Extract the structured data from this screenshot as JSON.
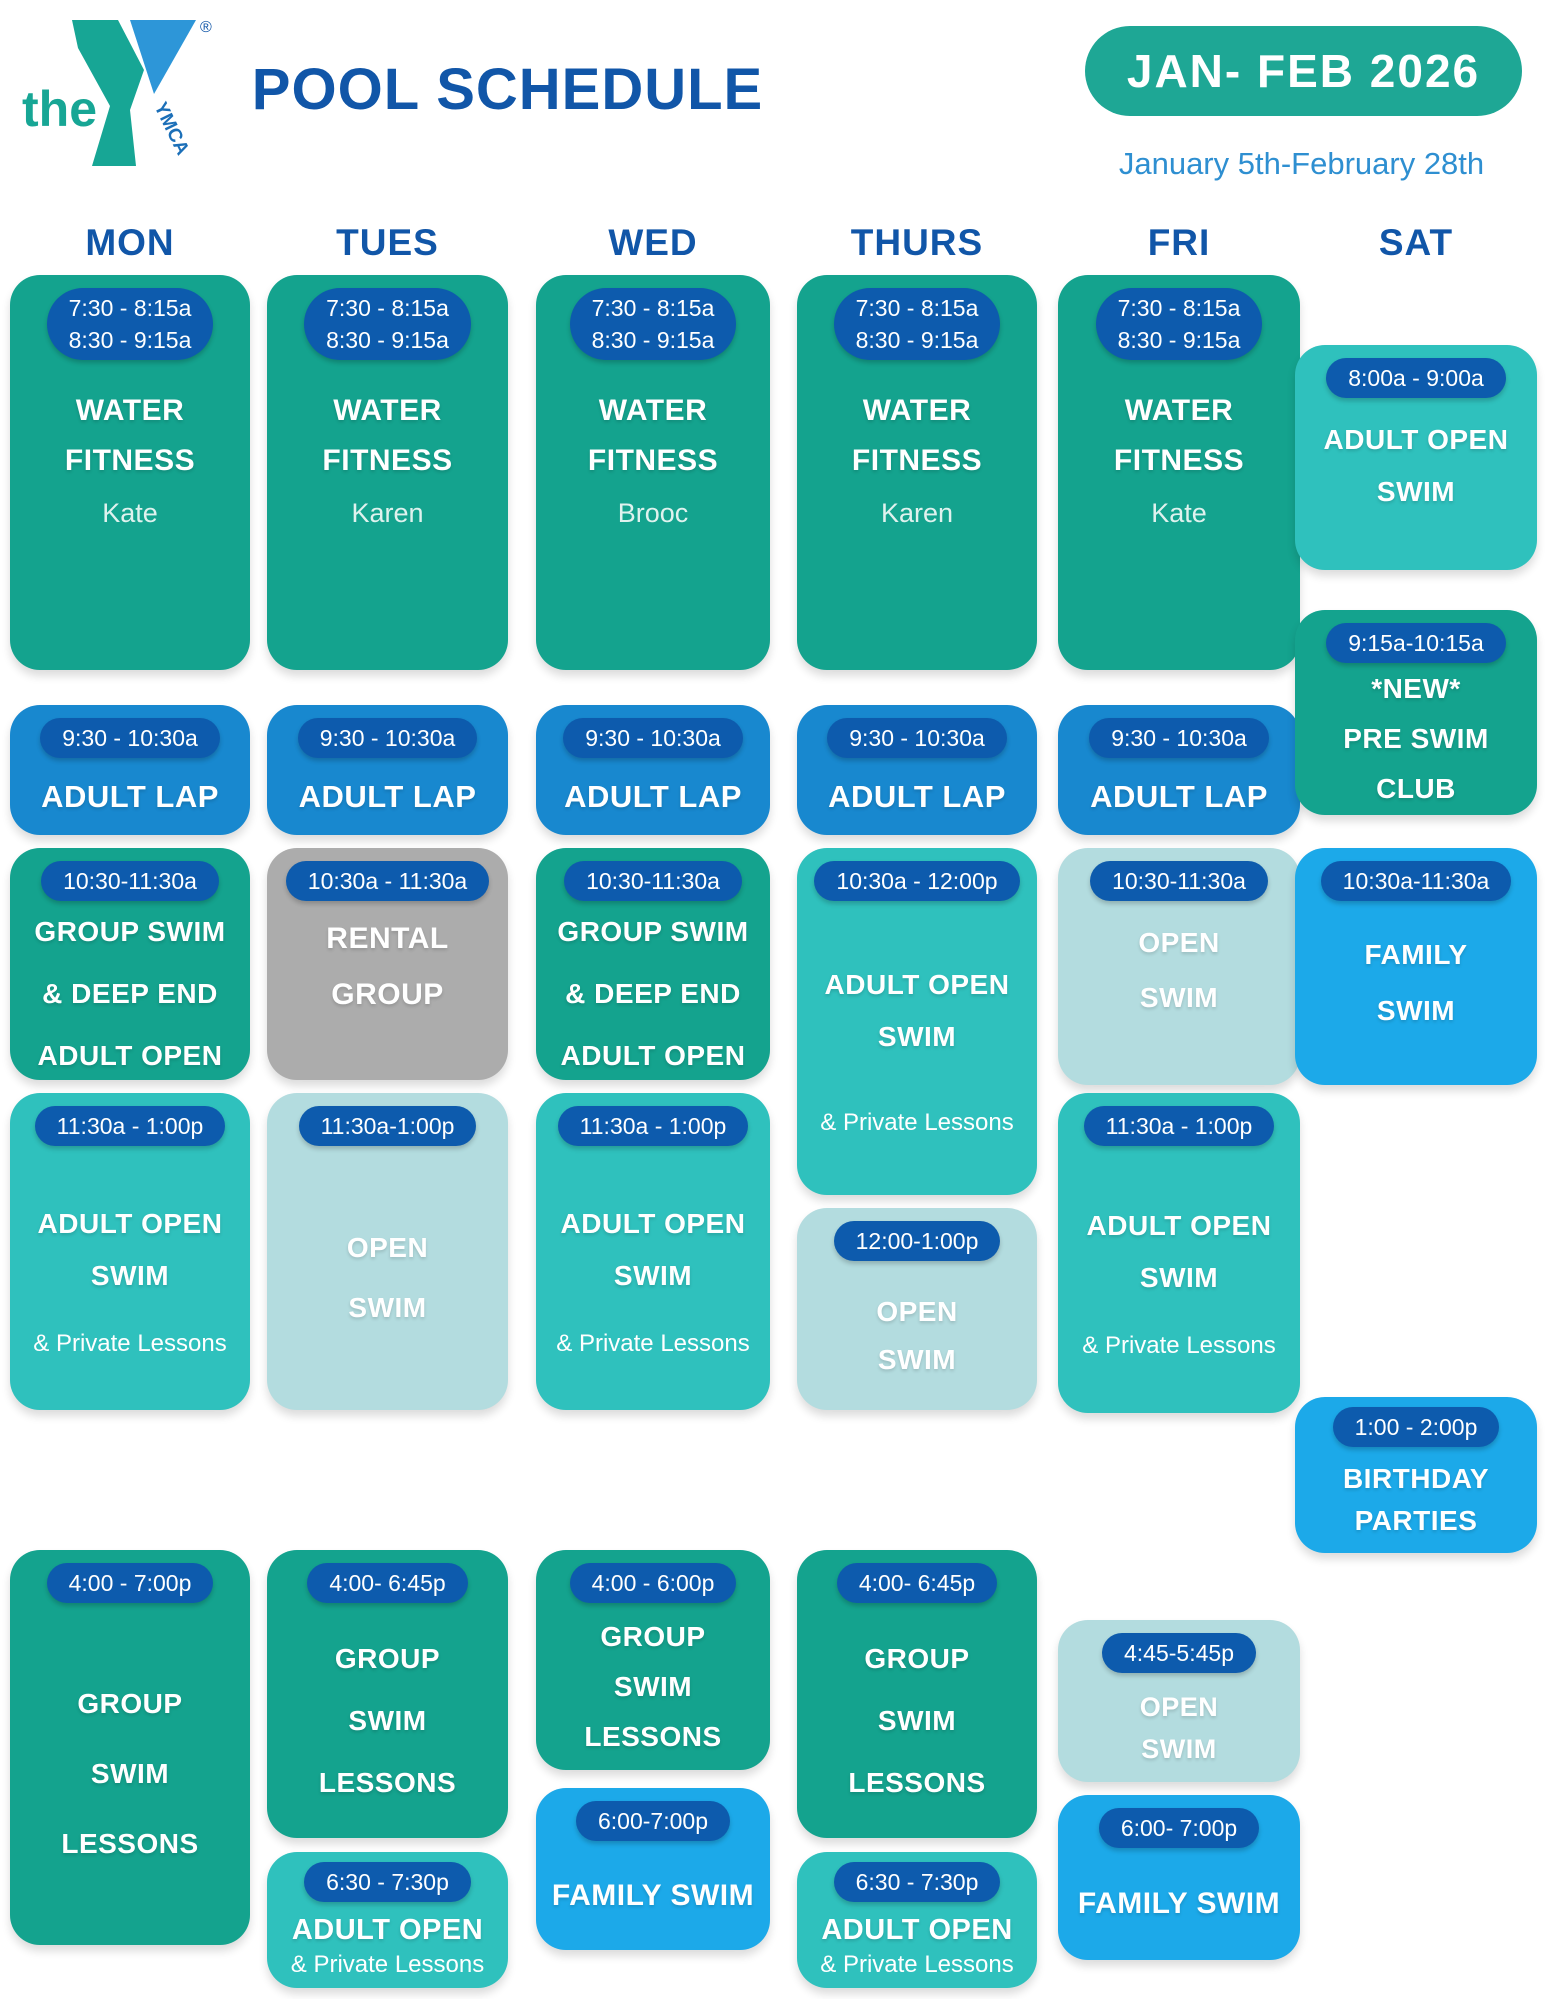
{
  "header": {
    "logo_the": "the",
    "logo_ymca": "YMCA",
    "logo_reg": "®",
    "title": "POOL SCHEDULE",
    "period_badge": "JAN- FEB 2026",
    "period_range": "January 5th-February 28th"
  },
  "days": [
    "MON",
    "TUES",
    "WED",
    "THURS",
    "FRI",
    "SAT"
  ],
  "colors": {
    "block_green": "#14A38E",
    "block_teal": "#2FC1BD",
    "block_pale_blue": "#B3DCDF",
    "block_lap_blue": "#1888CF",
    "block_bright_blue": "#1CA9E9",
    "block_gray": "#ACACAC",
    "time_pill_blue": "#0D5BAD",
    "heading_blue": "#1156A8",
    "subtitle_blue": "#2E8FD1",
    "badge_green": "#1EA795",
    "logo_teal": "#17A695",
    "logo_blue": "#2D96D8"
  },
  "schedule": {
    "mon": [
      {
        "times": [
          "7:30 - 8:15a",
          "8:30 - 9:15a"
        ],
        "lines": [
          "WATER",
          "FITNESS"
        ],
        "instructor": "Kate"
      },
      {
        "time": "9:30 - 10:30a",
        "lines": [
          "ADULT LAP"
        ]
      },
      {
        "time": "10:30-11:30a",
        "lines": [
          "GROUP SWIM",
          "& DEEP END",
          "ADULT OPEN"
        ]
      },
      {
        "time": "11:30a - 1:00p",
        "lines": [
          "ADULT OPEN",
          "SWIM"
        ],
        "note": "& Private Lessons"
      },
      {
        "time": "4:00 - 7:00p",
        "lines": [
          "GROUP",
          "SWIM",
          "LESSONS"
        ]
      }
    ],
    "tues": [
      {
        "times": [
          "7:30 - 8:15a",
          "8:30 - 9:15a"
        ],
        "lines": [
          "WATER",
          "FITNESS"
        ],
        "instructor": "Karen"
      },
      {
        "time": "9:30 - 10:30a",
        "lines": [
          "ADULT LAP"
        ]
      },
      {
        "time": "10:30a - 11:30a",
        "lines": [
          "RENTAL",
          "GROUP"
        ]
      },
      {
        "time": "11:30a-1:00p",
        "lines": [
          "OPEN",
          "SWIM"
        ]
      },
      {
        "time": "4:00- 6:45p",
        "lines": [
          "GROUP",
          "SWIM",
          "LESSONS"
        ]
      },
      {
        "time": "6:30 - 7:30p",
        "lines": [
          "ADULT OPEN"
        ],
        "note": "& Private Lessons"
      }
    ],
    "wed": [
      {
        "times": [
          "7:30 - 8:15a",
          "8:30 - 9:15a"
        ],
        "lines": [
          "WATER",
          "FITNESS"
        ],
        "instructor": "Brooc"
      },
      {
        "time": "9:30 - 10:30a",
        "lines": [
          "ADULT LAP"
        ]
      },
      {
        "time": "10:30-11:30a",
        "lines": [
          "GROUP SWIM",
          "& DEEP END",
          "ADULT OPEN"
        ]
      },
      {
        "time": "11:30a - 1:00p",
        "lines": [
          "ADULT OPEN",
          "SWIM"
        ],
        "note": "& Private Lessons"
      },
      {
        "time": "4:00 - 6:00p",
        "lines": [
          "GROUP",
          "SWIM",
          "LESSONS"
        ]
      },
      {
        "time": "6:00-7:00p",
        "lines": [
          "FAMILY SWIM"
        ]
      }
    ],
    "thurs": [
      {
        "times": [
          "7:30 - 8:15a",
          "8:30 - 9:15a"
        ],
        "lines": [
          "WATER",
          "FITNESS"
        ],
        "instructor": "Karen"
      },
      {
        "time": "9:30 - 10:30a",
        "lines": [
          "ADULT LAP"
        ]
      },
      {
        "time": "10:30a - 12:00p",
        "lines": [
          "ADULT OPEN",
          "SWIM"
        ],
        "note": "& Private Lessons"
      },
      {
        "time": "12:00-1:00p",
        "lines": [
          "OPEN",
          "SWIM"
        ]
      },
      {
        "time": "4:00- 6:45p",
        "lines": [
          "GROUP",
          "SWIM",
          "LESSONS"
        ]
      },
      {
        "time": "6:30 - 7:30p",
        "lines": [
          "ADULT OPEN"
        ],
        "note": "& Private Lessons"
      }
    ],
    "fri": [
      {
        "times": [
          "7:30 - 8:15a",
          "8:30 - 9:15a"
        ],
        "lines": [
          "WATER",
          "FITNESS"
        ],
        "instructor": "Kate"
      },
      {
        "time": "9:30 - 10:30a",
        "lines": [
          "ADULT LAP"
        ]
      },
      {
        "time": "10:30-11:30a",
        "lines": [
          "OPEN",
          "SWIM"
        ]
      },
      {
        "time": "11:30a - 1:00p",
        "lines": [
          "ADULT OPEN",
          "SWIM"
        ],
        "note": "& Private Lessons"
      },
      {
        "time": "4:45-5:45p",
        "lines": [
          "OPEN",
          "SWIM"
        ]
      },
      {
        "time": "6:00- 7:00p",
        "lines": [
          "FAMILY SWIM"
        ]
      }
    ],
    "sat": [
      {
        "time": "8:00a - 9:00a",
        "lines": [
          "ADULT OPEN",
          "SWIM"
        ]
      },
      {
        "time": "9:15a-10:15a",
        "lines": [
          "*NEW*",
          "PRE SWIM",
          "CLUB"
        ]
      },
      {
        "time": "10:30a-11:30a",
        "lines": [
          "FAMILY",
          "SWIM"
        ]
      },
      {
        "time": "1:00 - 2:00p",
        "lines": [
          "BIRTHDAY",
          "PARTIES"
        ]
      }
    ]
  }
}
